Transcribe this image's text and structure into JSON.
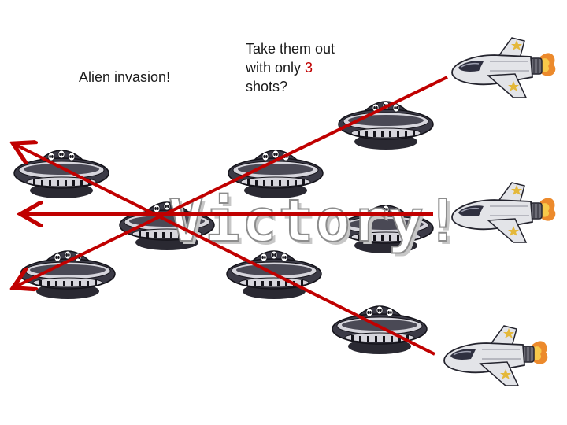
{
  "title": "Alien invasion!",
  "prompt": {
    "before": "Take them out with only ",
    "number": "3",
    "after": " shots?"
  },
  "result": "Victory!",
  "colors": {
    "shot": "#c00000",
    "prompt_number": "#c00000",
    "ufo_body": "#3b3a46",
    "ufo_rim": "#d6d5dc",
    "plane_body": "#e3e4e8",
    "plane_trim": "#2f3040",
    "plane_star": "#e4b83a"
  },
  "sprites": {
    "ufos": [
      {
        "name": "ufo-1"
      },
      {
        "name": "ufo-2"
      },
      {
        "name": "ufo-3"
      },
      {
        "name": "ufo-4"
      },
      {
        "name": "ufo-5"
      },
      {
        "name": "ufo-6"
      },
      {
        "name": "ufo-7"
      },
      {
        "name": "ufo-8"
      }
    ],
    "planes": [
      {
        "name": "fighter-jet-top"
      },
      {
        "name": "fighter-jet-middle"
      },
      {
        "name": "fighter-jet-bottom"
      }
    ],
    "shots": [
      {
        "name": "shot-top"
      },
      {
        "name": "shot-middle"
      },
      {
        "name": "shot-bottom"
      }
    ]
  }
}
